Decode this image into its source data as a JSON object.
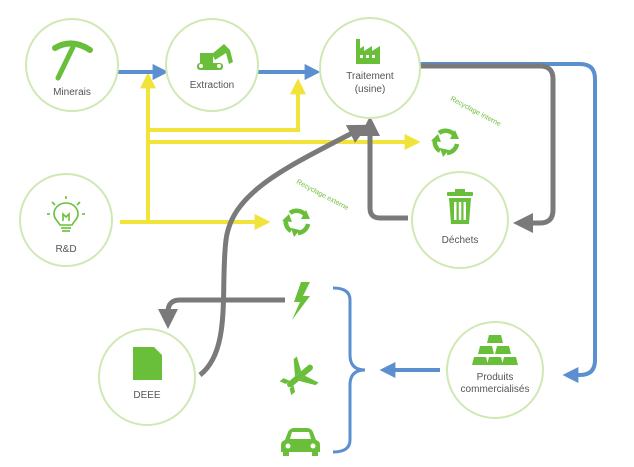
{
  "colors": {
    "node_border": "#cfe8b4",
    "icon_green": "#6abf3a",
    "blue": "#5b8fd0",
    "yellow": "#f2e33a",
    "gray": "#7a7a7a",
    "label": "#555555"
  },
  "nodes": {
    "minerais": {
      "label": "Minerais",
      "icon": "pickaxe-icon"
    },
    "extraction": {
      "label": "Extraction",
      "icon": "excavator-icon"
    },
    "traitement": {
      "label_line1": "Traitement",
      "label_line2": "(usine)",
      "icon": "factory-icon"
    },
    "rnd": {
      "label": "R&D",
      "icon": "lightbulb-icon"
    },
    "dechets": {
      "label": "Déchets",
      "icon": "trash-bin-icon"
    },
    "deee": {
      "label": "DEEE",
      "icon": "sim-card-icon"
    },
    "produits": {
      "label_line1": "Produits",
      "label_line2": "commercialisés",
      "icon": "gold-bars-icon"
    }
  },
  "recycle": {
    "interne": {
      "label": "Recyclage interne",
      "icon": "recycle-icon"
    },
    "externe": {
      "label": "Recyclage externe",
      "icon": "recycle-icon"
    }
  },
  "product_uses": [
    {
      "name": "lightning-icon"
    },
    {
      "name": "airplane-icon"
    },
    {
      "name": "car-icon"
    }
  ]
}
